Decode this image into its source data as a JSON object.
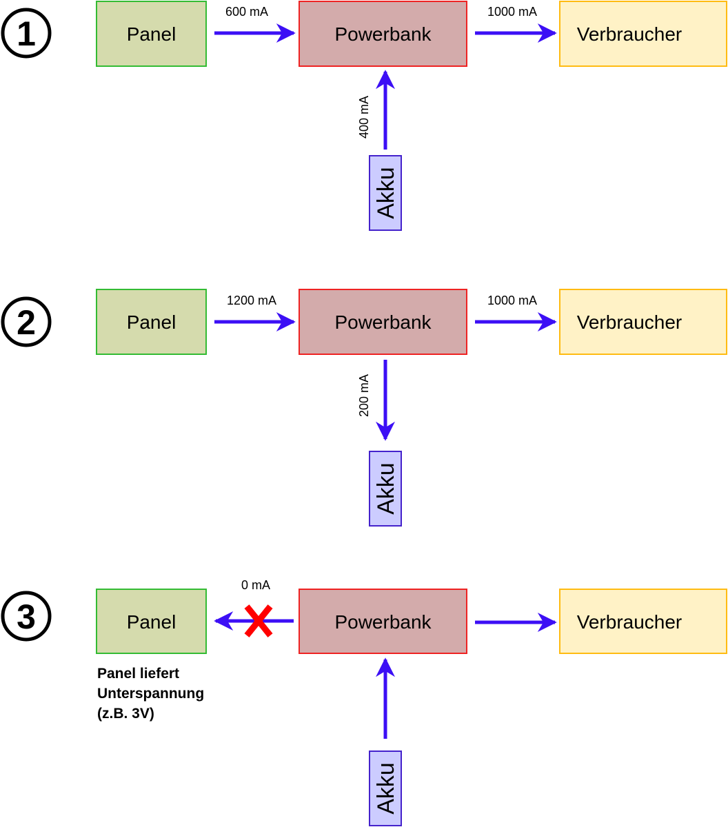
{
  "colors": {
    "panel_fill": "#d5dbad",
    "panel_stroke": "#33bb33",
    "powerbank_fill": "#d3abab",
    "powerbank_stroke": "#ee2222",
    "consumer_fill": "#fff2c6",
    "consumer_stroke": "#ffbb11",
    "akku_fill": "#ccccff",
    "akku_stroke": "#4422cc",
    "arrow": "#3c0ff5",
    "blocked_mark": "#ff0000"
  },
  "icons": {
    "blocked": "red-x-mark"
  },
  "scenarios": [
    {
      "number": "1",
      "panel": "Panel",
      "powerbank": "Powerbank",
      "consumer": "Verbraucher",
      "akku": "Akku",
      "panel_current": "600 mA",
      "consumer_current": "1000 mA",
      "akku_current": "400 mA",
      "panel_direction": "to-powerbank",
      "akku_direction": "to-powerbank"
    },
    {
      "number": "2",
      "panel": "Panel",
      "powerbank": "Powerbank",
      "consumer": "Verbraucher",
      "akku": "Akku",
      "panel_current": "1200 mA",
      "consumer_current": "1000 mA",
      "akku_current": "200 mA",
      "panel_direction": "to-powerbank",
      "akku_direction": "to-akku"
    },
    {
      "number": "3",
      "panel": "Panel",
      "powerbank": "Powerbank",
      "consumer": "Verbraucher",
      "akku": "Akku",
      "panel_current": "0 mA",
      "consumer_current": "",
      "akku_current": "",
      "panel_direction": "to-panel-blocked",
      "akku_direction": "to-powerbank",
      "note": [
        "Panel liefert",
        "Unterspannung",
        "(z.B. 3V)"
      ]
    }
  ]
}
